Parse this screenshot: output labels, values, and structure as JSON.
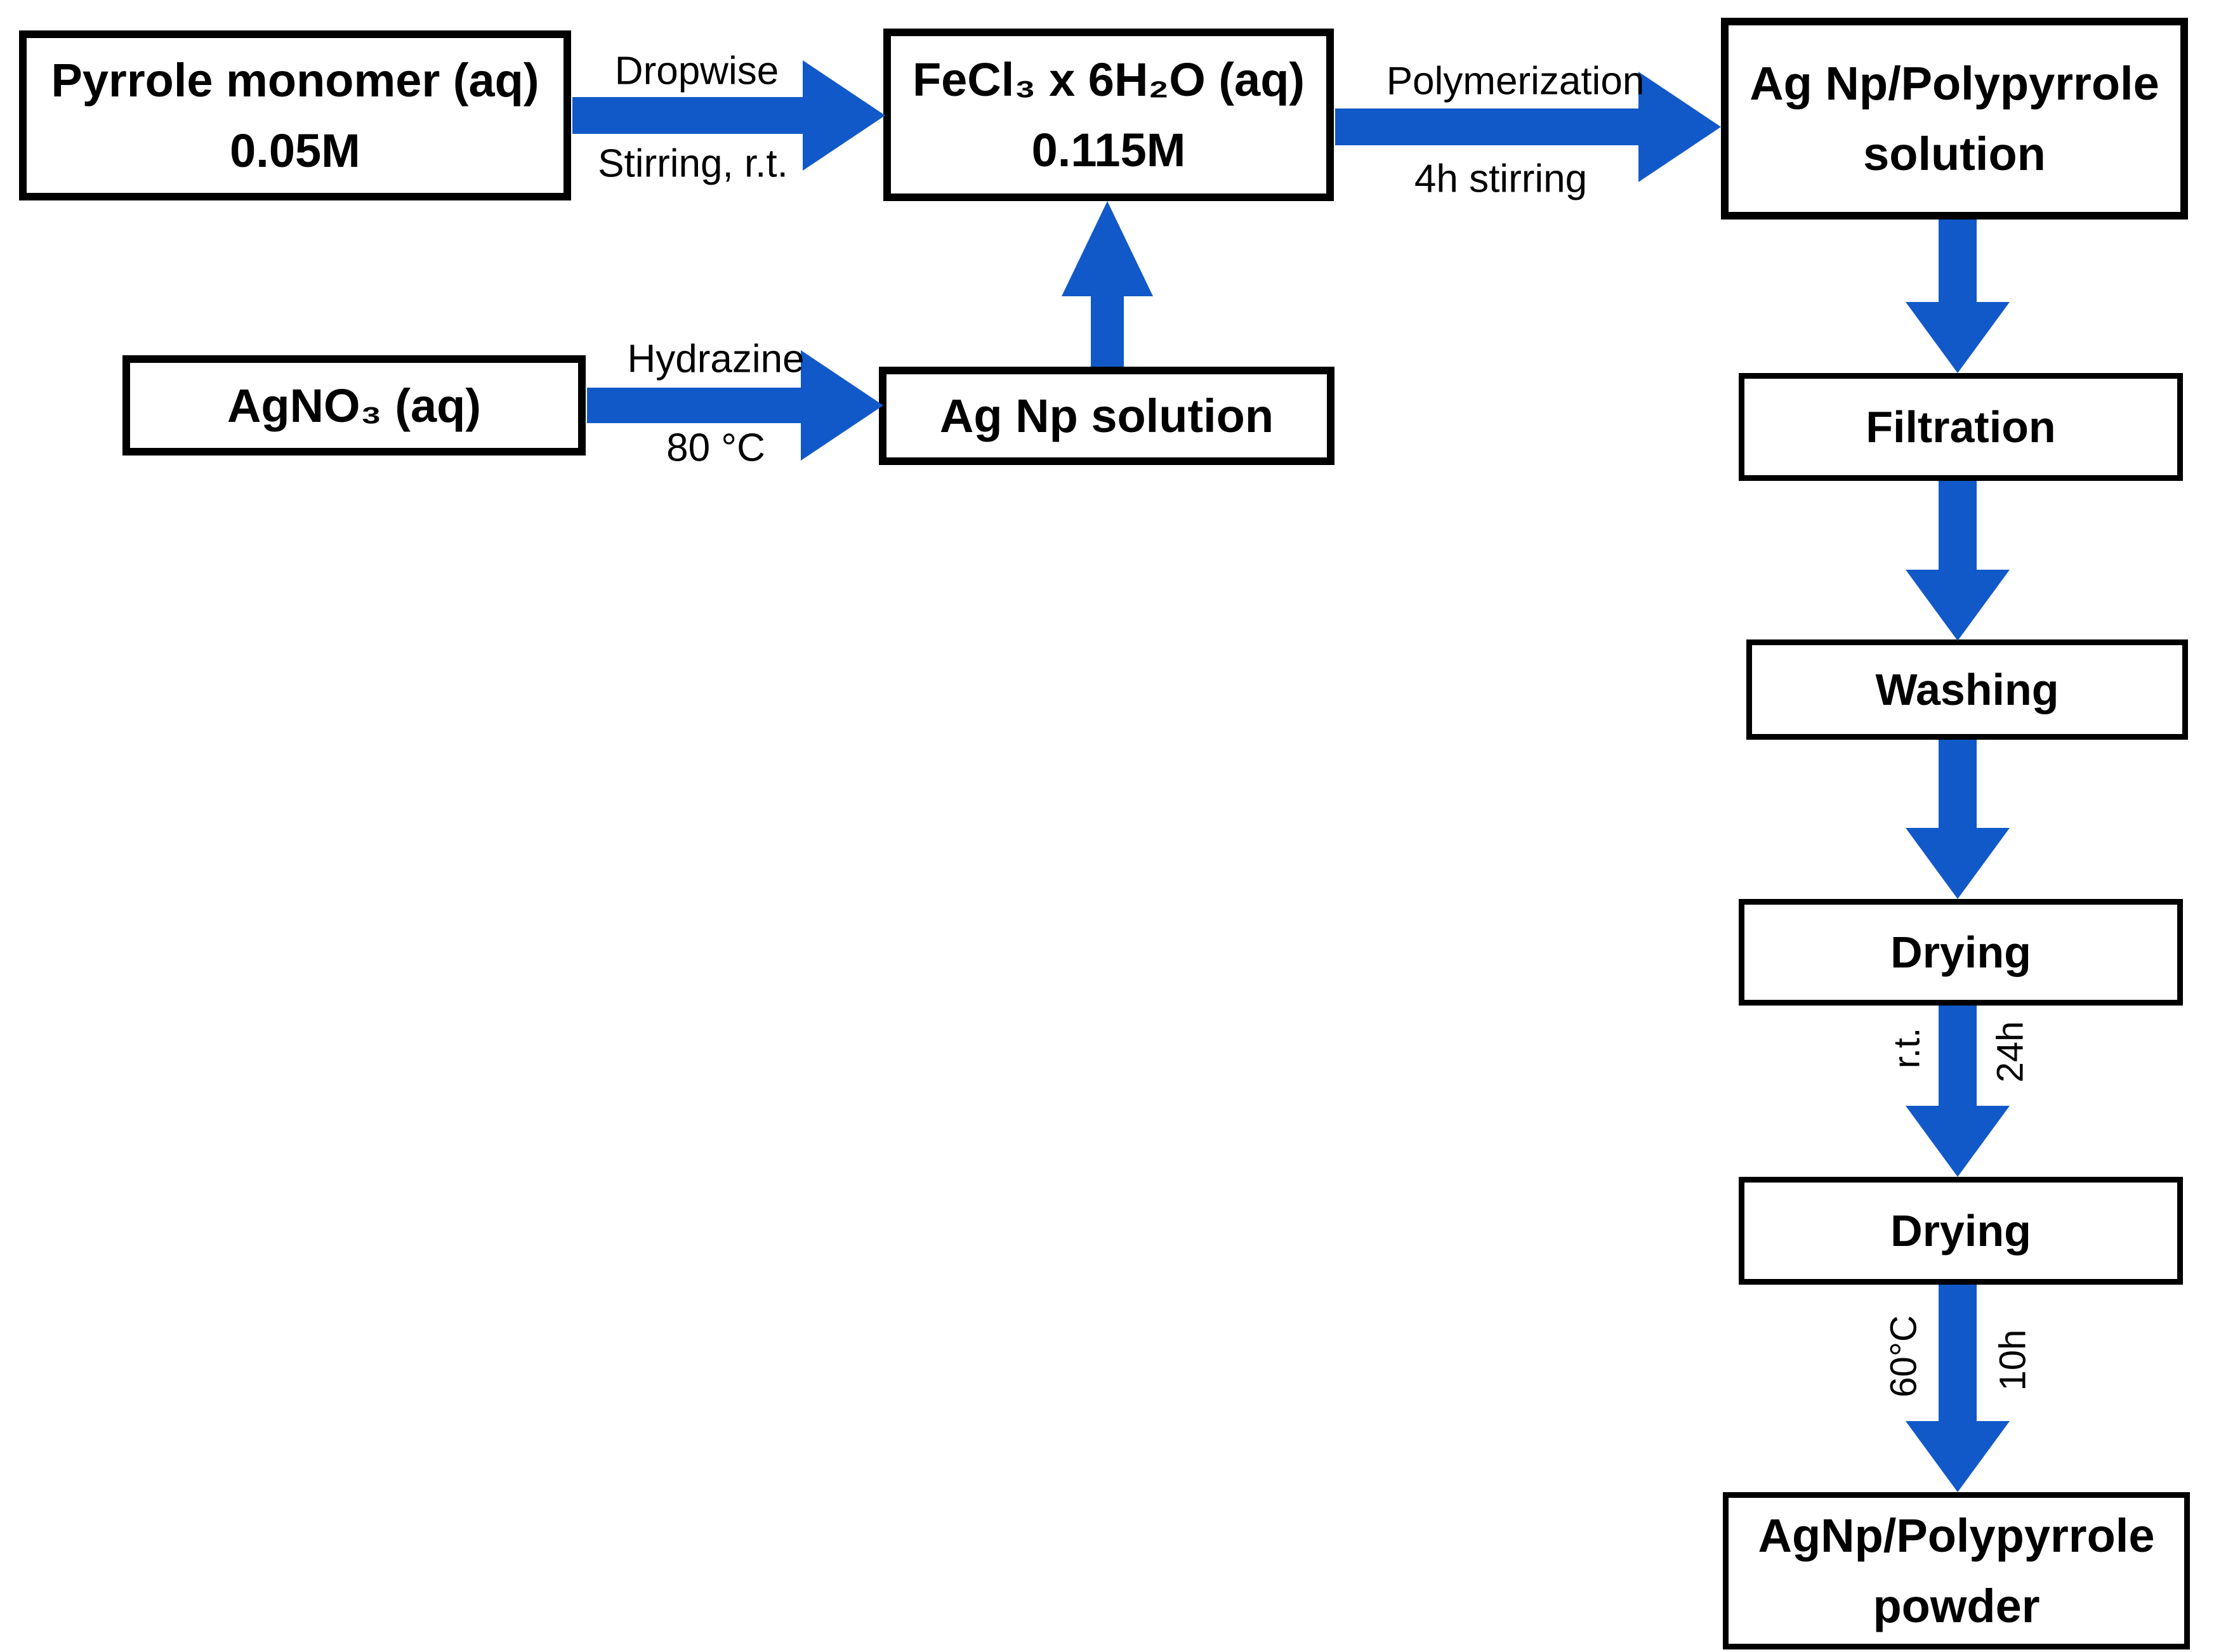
{
  "diagram": {
    "title": "Ag Np/Polypyrrole synthesis flowchart",
    "colors": {
      "arrow_blue": "#1159c8",
      "box_border": "#000000",
      "text": "#000000",
      "background": "#ffffff"
    },
    "boxes": {
      "pyrrole": {
        "line1": "Pyrrole monomer (aq)",
        "line2": "0.05M"
      },
      "fecl3": {
        "line1": "FeCl₃ x 6H₂O (aq)",
        "line2": "0.115M"
      },
      "agnp_ppy_solution": {
        "line1": "Ag Np/Polypyrrole",
        "line2": "solution"
      },
      "agno3": {
        "line1": "AgNO₃ (aq)"
      },
      "agnp_solution": {
        "line1": "Ag Np solution"
      },
      "filtration": {
        "line1": "Filtration"
      },
      "washing": {
        "line1": "Washing"
      },
      "drying1": {
        "line1": "Drying"
      },
      "drying2": {
        "line1": "Drying"
      },
      "powder": {
        "line1": "AgNp/Polypyrrole",
        "line2": "powder"
      }
    },
    "arrow_labels": {
      "a1_top": "Dropwise",
      "a1_bottom": "Stirring, r.t.",
      "a2_top": "Polymerization",
      "a2_bottom": "4h stirring",
      "a3_top": "Hydrazine",
      "a3_bottom": "80 °C",
      "a8_left": "r.t.",
      "a8_right": "24h",
      "a9_left": "60°C",
      "a9_right": "10h"
    }
  }
}
